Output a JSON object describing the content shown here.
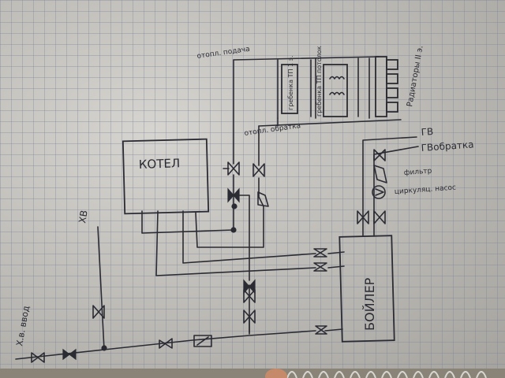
{
  "labels": {
    "kotel": "КОТЕЛ",
    "boiler": "БОЙЛЕР",
    "otop_podacha": "отопл. подача",
    "otop_obratka": "отопл. обратка",
    "grebenka_tp1": "гребенка ТП 1 э.",
    "grebenka_tp2": "гребенка ТП потолок",
    "radiatory": "Радиаторы II э.",
    "gv": "ГВ",
    "gv_obratka": "ГВобратка",
    "filtr": "фильтр",
    "nasos": "циркуляц. насос",
    "hv": "ХВ",
    "hv_vvod": "Х.в. ввод"
  }
}
